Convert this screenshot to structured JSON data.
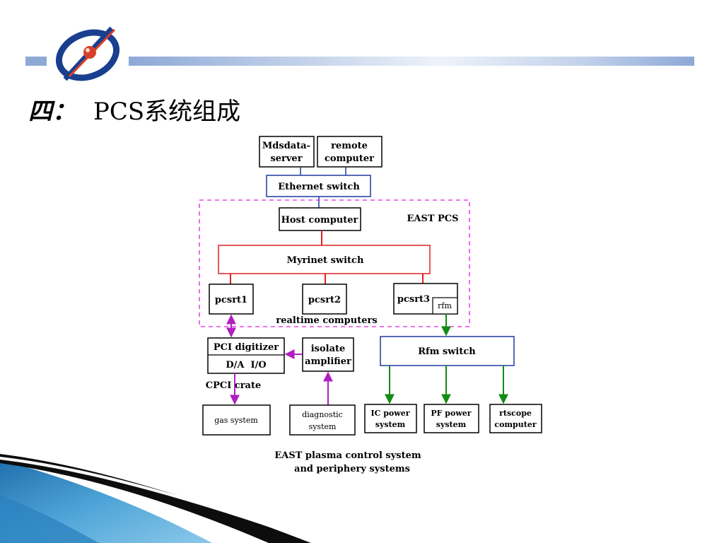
{
  "slide": {
    "title_prefix": "四：",
    "title_text": "PCS系统组成"
  },
  "diagram": {
    "mdsdata_server_line1": "Mdsdata-",
    "mdsdata_server_line2": "server",
    "remote_computer_line1": "remote",
    "remote_computer_line2": "computer",
    "ethernet_switch": "Ethernet switch",
    "east_pcs_label": "EAST PCS",
    "host_computer": "Host computer",
    "myrinet_switch": "Myrinet switch",
    "pcsrt1": "pcsrt1",
    "pcsrt2": "pcsrt2",
    "pcsrt3": "pcsrt3",
    "rfm": "rfm",
    "realtime_computers": "realtime computers",
    "pci_digitizer": "PCI digitizer",
    "da_io": "D/A  I/O",
    "cpci_crate": "CPCI crate",
    "isolate_line1": "isolate",
    "isolate_line2": "amplifier",
    "rfm_switch": "Rfm switch",
    "gas_system": "gas system",
    "diagnostic_line1": "diagnostic",
    "diagnostic_line2": "system",
    "ic_power_line1": "IC power",
    "ic_power_line2": "system",
    "pf_power_line1": "PF power",
    "pf_power_line2": "system",
    "rtscope_line1": "rtscope",
    "rtscope_line2": "computer",
    "caption_line1": "EAST plasma control system",
    "caption_line2": "and periphery systems"
  },
  "colors": {
    "header_bar": "#8ea9d6",
    "logo_blue": "#1a3f8f",
    "logo_red": "#d8402a",
    "ethernet_box": "#1f3aa0",
    "myrinet_red": "#e02020",
    "east_pcs_dash": "#e020e0",
    "rfm_green": "#138c13",
    "crate_purple": "#b020c0",
    "wave_dark": "#0d0d0d",
    "wave_blue": "#3a8fc8"
  }
}
